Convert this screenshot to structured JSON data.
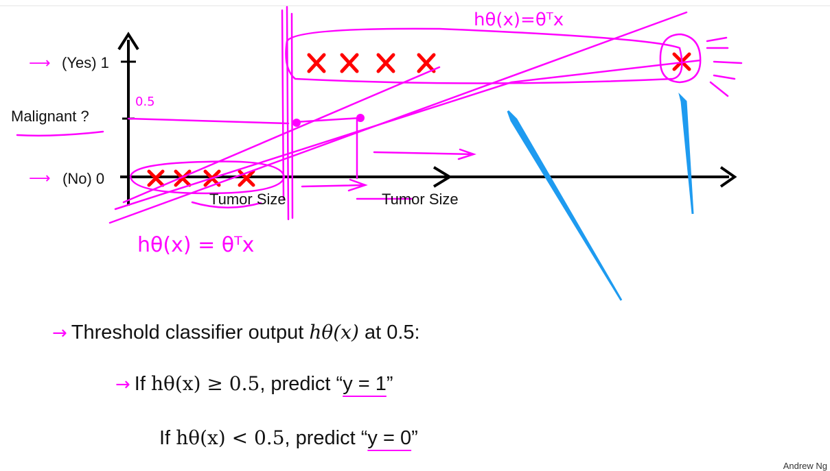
{
  "plot": {
    "y_tick_yes": "(Yes) 1",
    "y_tick_no": "(No) 0",
    "y_title": "Malignant ?",
    "x_label_left": "Tumor Size",
    "x_label_right": "Tumor Size",
    "note_half": "0.5",
    "hyp_top": "hθ(x)=θᵀx",
    "hyp_bottom": "hθ(x) = θᵀx"
  },
  "slide": {
    "line1_text": "Threshold classifier output",
    "line1_math": "hθ(x)",
    "line1_end": "at 0.5:",
    "line2_if": "If",
    "line2_math": "hθ(x) ≥ 0.5",
    "line2_predict": ", predict “",
    "line2_y": "y = 1",
    "line2_close": "”",
    "line3_if": "If",
    "line3_math": "hθ(x) < 0.5",
    "line3_predict": ", predict “",
    "line3_y": "y = 0",
    "line3_close": "”",
    "credit": "Andrew Ng"
  },
  "colors": {
    "ink": "#ff00ff",
    "cross": "#ff0000",
    "blue": "#1e9bf0"
  },
  "icons": [
    "arrow-right-icon",
    "cross-mark-icon"
  ]
}
